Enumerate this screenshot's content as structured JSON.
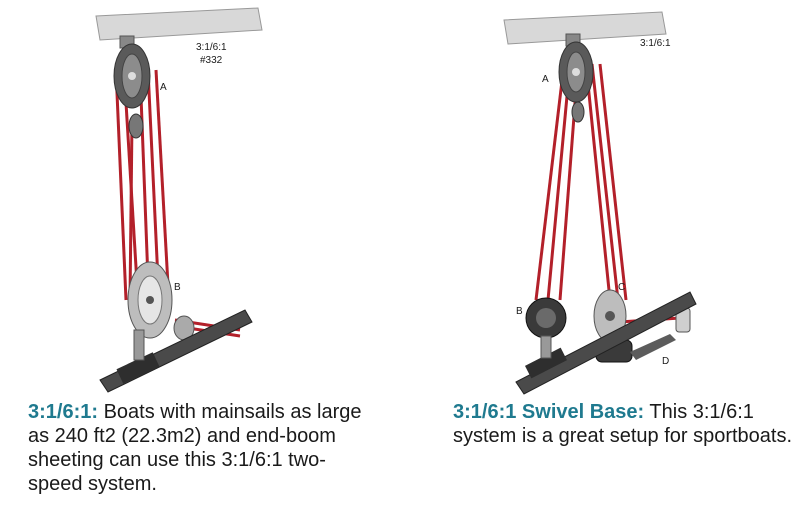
{
  "left": {
    "label_ratio": "3:1/6:1",
    "label_part": "#332",
    "label_a": "A",
    "label_b": "B",
    "caption_title": "3:1/6:1:",
    "caption_body": " Boats with mainsails as large as 240 ft2 (22.3m2) and end-boom sheeting can use this 3:1/6:1 two-speed system."
  },
  "right": {
    "label_ratio": "3:1/6:1",
    "label_a": "A",
    "label_b": "B",
    "label_c": "C",
    "label_d": "D",
    "caption_title": "3:1/6:1 Swivel Base:",
    "caption_body": " This 3:1/6:1 system is a great setup for sportboats."
  },
  "colors": {
    "line_red": "#b3202a",
    "metal_grey": "#9a9a9a",
    "dark_block": "#3a3a3a",
    "caption_title": "#1f7a8f"
  }
}
